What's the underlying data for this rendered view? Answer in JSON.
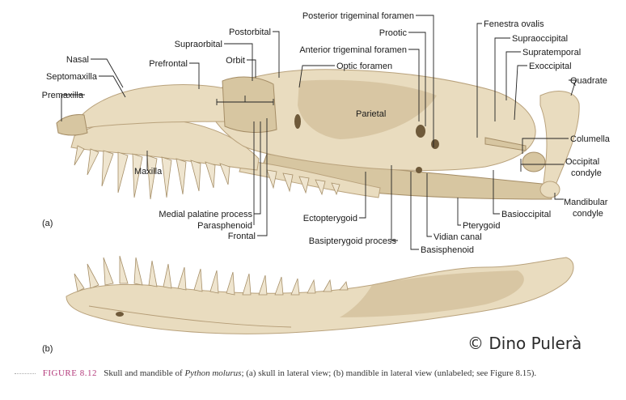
{
  "panels": {
    "a": "(a)",
    "b": "(b)"
  },
  "labels": {
    "nasal": "Nasal",
    "septomaxilla": "Septomaxilla",
    "premaxilla": "Premaxilla",
    "prefrontal": "Prefrontal",
    "orbit": "Orbit",
    "supraorbital": "Supraorbital",
    "postorbital": "Postorbital",
    "posterior_trigeminal_foramen": "Posterior trigeminal foramen",
    "prootic": "Prootic",
    "anterior_trigeminal_foramen": "Anterior trigeminal foramen",
    "optic_foramen": "Optic foramen",
    "fenestra_ovalis": "Fenestra ovalis",
    "supraoccipital": "Supraoccipital",
    "supratemporal": "Supratemporal",
    "exoccipital": "Exoccipital",
    "quadrate": "Quadrate",
    "parietal": "Parietal",
    "columella": "Columella",
    "occipital_condyle_1": "Occipital",
    "occipital_condyle_2": "condyle",
    "mandibular_condyle_1": "Mandibular",
    "mandibular_condyle_2": "condyle",
    "basioccipital": "Basioccipital",
    "pterygoid": "Pterygoid",
    "vidian_canal": "Vidian canal",
    "basisphenoid": "Basisphenoid",
    "basipterygoid_process": "Basipterygoid process",
    "ectopterygoid": "Ectopterygoid",
    "maxilla": "Maxilla",
    "medial_palatine_process": "Medial palatine process",
    "parasphenoid": "Parasphenoid",
    "frontal": "Frontal"
  },
  "credit": "© Dino Pulerà",
  "caption": {
    "figure_number": "FIGURE 8.12",
    "text_before": "Skull and mandible of ",
    "species": "Python molurus",
    "text_after": "; (a) skull in lateral view; (b) mandible in lateral view (unlabeled; see Figure 8.15)."
  }
}
